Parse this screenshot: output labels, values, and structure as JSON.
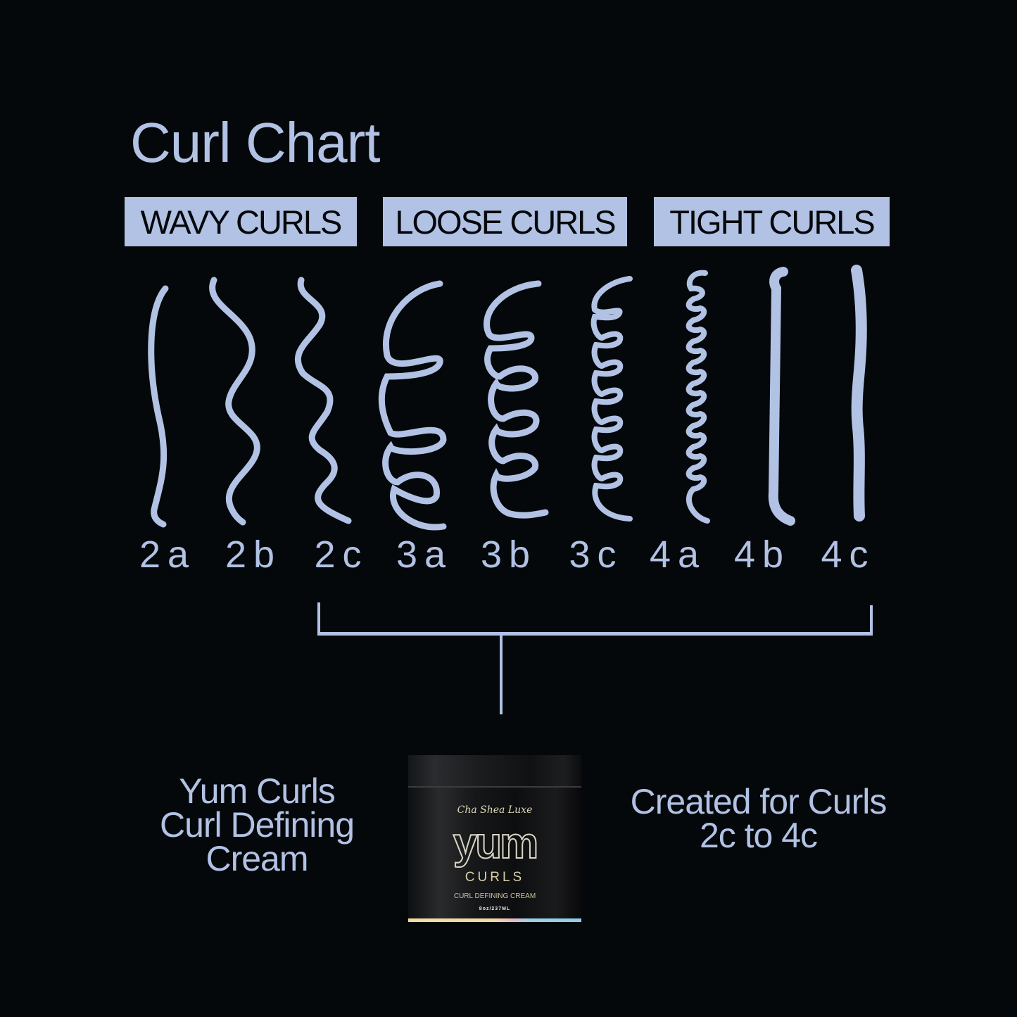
{
  "title": "Curl Chart",
  "categories": [
    {
      "label": "WAVY CURLS",
      "types": [
        "2a",
        "2b",
        "2c"
      ]
    },
    {
      "label": "LOOSE CURLS",
      "types": [
        "3a",
        "3b",
        "3c"
      ]
    },
    {
      "label": "TIGHT CURLS",
      "types": [
        "4a",
        "4b",
        "4c"
      ]
    }
  ],
  "curl_types": [
    "2a",
    "2b",
    "2c",
    "3a",
    "3b",
    "3c",
    "4a",
    "4b",
    "4c"
  ],
  "bracket": {
    "from": "2c",
    "to": "4c"
  },
  "product": {
    "left_text": [
      "Yum Curls",
      "Curl Defining",
      "Cream"
    ],
    "right_text": [
      "Created for Curls",
      "2c to 4c"
    ],
    "jar": {
      "brand": "Cha Shea Luxe",
      "logo": "yum",
      "line": "CURLS",
      "description": "CURL DEFINING CREAM",
      "size": "8oz/237ML"
    }
  },
  "colors": {
    "background": "#05080b",
    "accent": "#b1c2e4",
    "label_text": "#05080b"
  }
}
